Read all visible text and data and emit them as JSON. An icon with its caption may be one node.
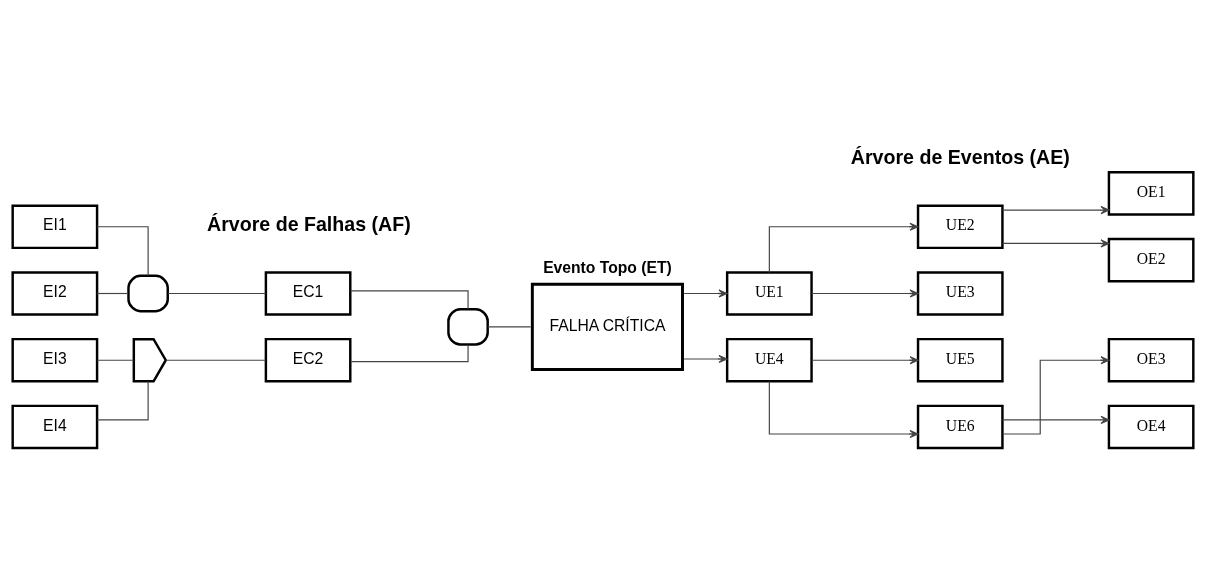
{
  "diagram": {
    "nodes": [
      {
        "text": [
          "EI1"
        ]
      },
      {
        "text": [
          "EI2"
        ]
      },
      {
        "text": [
          "EI3"
        ]
      },
      {
        "text": [
          "EI4"
        ]
      },
      {
        "text": [],
        "shape": "and-gate"
      },
      {
        "text": [],
        "shape": "or-gate"
      },
      {
        "text": [
          "EC1"
        ]
      },
      {
        "text": [
          "EC2"
        ]
      },
      {
        "text": [],
        "shape": "and-gate"
      },
      {
        "text": [
          "FALHA CRÍTICA"
        ],
        "beside": [
          "Evento Topo (ET)"
        ]
      },
      {
        "text": [
          "UE1"
        ]
      },
      {
        "text": [
          "UE2"
        ]
      },
      {
        "text": [
          "UE3"
        ]
      },
      {
        "text": [
          "UE4"
        ]
      },
      {
        "text": [
          "UE5"
        ]
      },
      {
        "text": [
          "UE6"
        ]
      },
      {
        "text": [
          "OE1"
        ]
      },
      {
        "text": [
          "OE2"
        ]
      },
      {
        "text": [
          "OE3"
        ]
      },
      {
        "text": [
          "OE4"
        ]
      }
    ],
    "edges": [
      {
        "from": 0,
        "to": 4,
        "arrow": "none"
      },
      {
        "from": 1,
        "to": 4,
        "arrow": "none"
      },
      {
        "from": 4,
        "to": 6,
        "arrow": "none"
      },
      {
        "from": 2,
        "to": 5,
        "arrow": "none"
      },
      {
        "from": 3,
        "to": 5,
        "arrow": "none"
      },
      {
        "from": 5,
        "to": 7,
        "arrow": "none"
      },
      {
        "from": 6,
        "to": 8,
        "arrow": "none"
      },
      {
        "from": 7,
        "to": 8,
        "arrow": "none"
      },
      {
        "from": 8,
        "to": 9,
        "arrow": "none"
      },
      {
        "from": 9,
        "to": 10,
        "arrow": "to"
      },
      {
        "from": 9,
        "to": 13,
        "arrow": "to"
      },
      {
        "from": 10,
        "to": 11,
        "arrow": "to"
      },
      {
        "from": 10,
        "to": 12,
        "arrow": "to"
      },
      {
        "from": 11,
        "to": 16,
        "arrow": "to"
      },
      {
        "from": 11,
        "to": 17,
        "arrow": "to"
      },
      {
        "from": 13,
        "to": 14,
        "arrow": "to"
      },
      {
        "from": 13,
        "to": 15,
        "arrow": "to"
      },
      {
        "from": 15,
        "to": 18,
        "arrow": "to"
      },
      {
        "from": 15,
        "to": 19,
        "arrow": "to"
      }
    ],
    "labels": [
      "Árvore de Falhas (AF)",
      "Árvore de Eventos (AE)"
    ]
  }
}
